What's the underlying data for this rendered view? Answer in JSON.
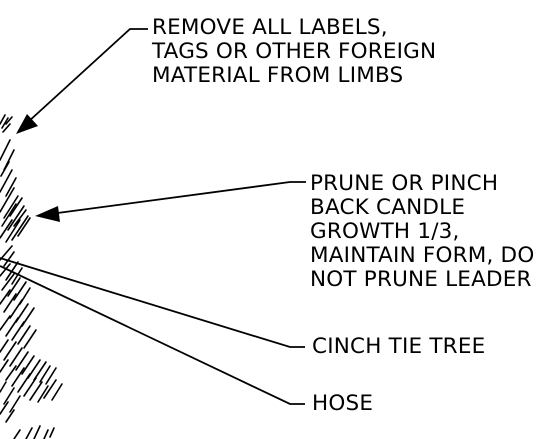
{
  "drawing": {
    "colors": {
      "line": "#000000",
      "background": "#ffffff"
    },
    "callouts": [
      {
        "id": "remove-labels",
        "lines": [
          "REMOVE ALL LABELS,",
          "TAGS OR OTHER FOREIGN",
          "MATERIAL FROM LIMBS"
        ],
        "pointer": "arrow"
      },
      {
        "id": "prune",
        "lines": [
          "PRUNE OR PINCH",
          "BACK CANDLE",
          "GROWTH 1/3,",
          "MAINTAIN FORM, DO",
          "NOT PRUNE LEADER"
        ],
        "pointer": "arrow"
      },
      {
        "id": "cinch-tie",
        "lines": [
          "CINCH TIE TREE"
        ],
        "pointer": "leader-line"
      },
      {
        "id": "hose",
        "lines": [
          "HOSE"
        ],
        "pointer": "leader-line"
      }
    ]
  }
}
